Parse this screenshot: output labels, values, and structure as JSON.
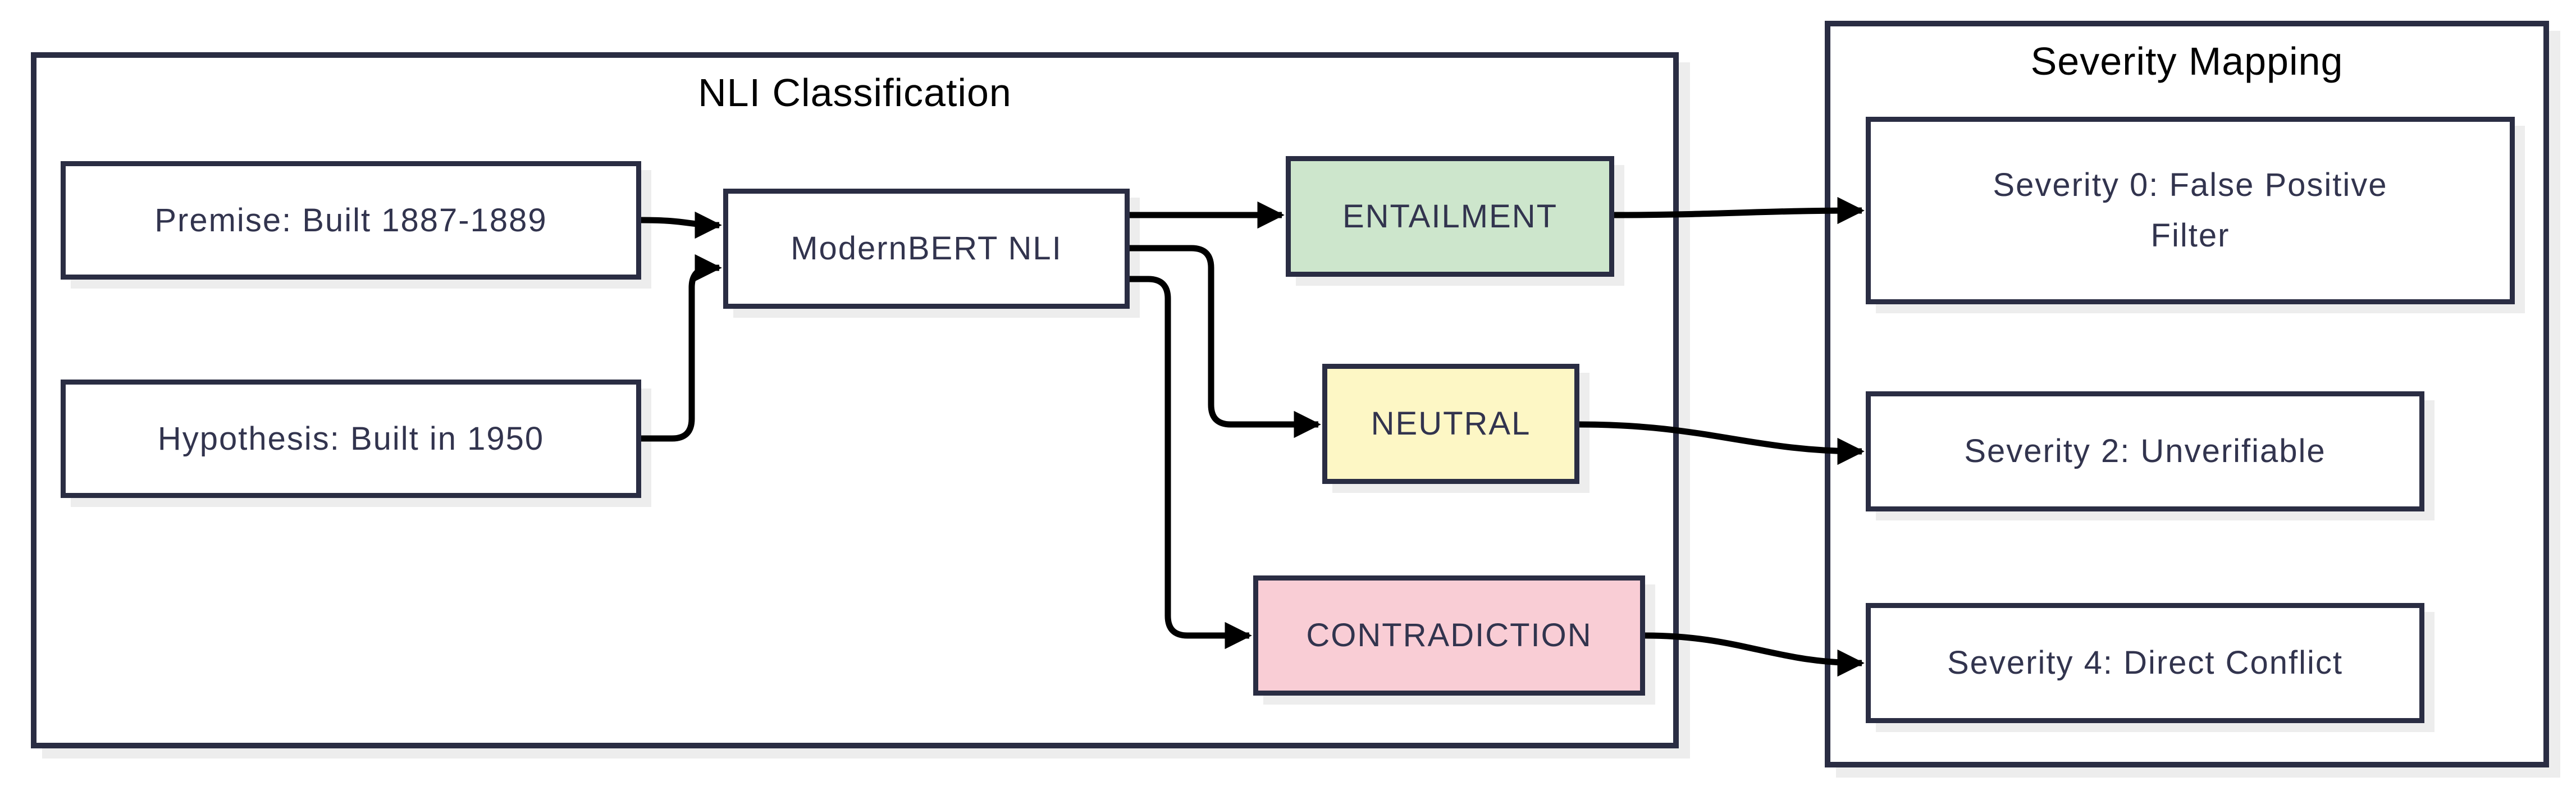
{
  "diagram": {
    "containers": {
      "nli": {
        "title": "NLI Classification"
      },
      "severity": {
        "title": "Severity Mapping"
      }
    },
    "nodes": {
      "premise": {
        "label": "Premise: Built 1887-1889",
        "fill": "#ffffff"
      },
      "hypothesis": {
        "label": "Hypothesis: Built in 1950",
        "fill": "#ffffff"
      },
      "model": {
        "label": "ModernBERT NLI",
        "fill": "#ffffff"
      },
      "entailment": {
        "label": "ENTAILMENT",
        "fill": "#cde6cc"
      },
      "neutral": {
        "label": "NEUTRAL",
        "fill": "#fdf7c5"
      },
      "contradiction": {
        "label": "CONTRADICTION",
        "fill": "#f9cdd5"
      },
      "severity0": {
        "label": "Severity 0: False Positive Filter",
        "fill": "#ffffff"
      },
      "severity2": {
        "label": "Severity 2: Unverifiable",
        "fill": "#ffffff"
      },
      "severity4": {
        "label": "Severity 4: Direct Conflict",
        "fill": "#ffffff"
      }
    },
    "edges": [
      {
        "from": "premise",
        "to": "model"
      },
      {
        "from": "hypothesis",
        "to": "model"
      },
      {
        "from": "model",
        "to": "entailment"
      },
      {
        "from": "model",
        "to": "neutral"
      },
      {
        "from": "model",
        "to": "contradiction"
      },
      {
        "from": "entailment",
        "to": "severity0"
      },
      {
        "from": "neutral",
        "to": "severity2"
      },
      {
        "from": "contradiction",
        "to": "severity4"
      }
    ],
    "colors": {
      "border": "#2a2d43",
      "edge": "#000000",
      "shadow": "#ededed",
      "title_text": "#000000",
      "label_text": "#32344e",
      "entailment_fill": "#cde6cc",
      "neutral_fill": "#fdf7c5",
      "contradiction_fill": "#f9cdd5"
    }
  }
}
